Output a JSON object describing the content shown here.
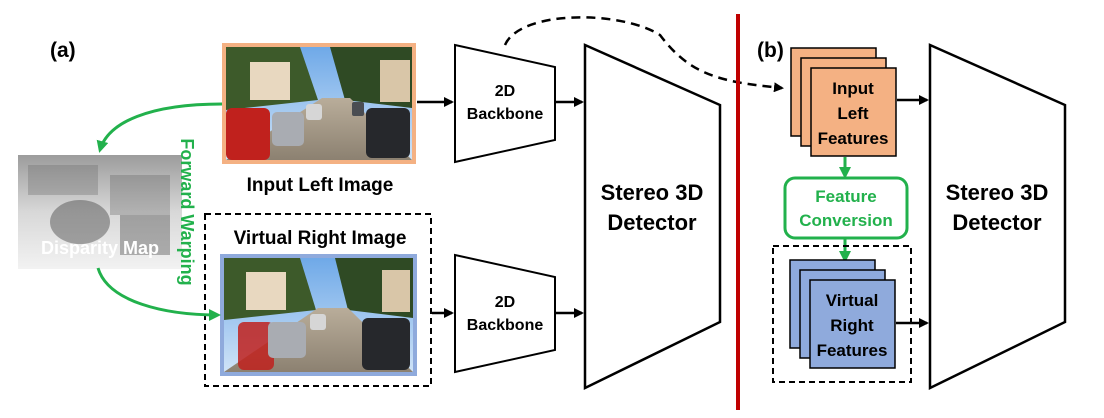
{
  "panel_a": {
    "label_a": "(a)",
    "input_left_image_caption": "Input Left Image",
    "virtual_right_image_caption": "Virtual Right Image",
    "disparity_map_label": "Disparity Map",
    "forward_warping_label": "Forward Warping",
    "backbone_top": [
      "2D",
      "Backbone"
    ],
    "backbone_bottom": [
      "2D",
      "Backbone"
    ],
    "detector": [
      "Stereo 3D",
      "Detector"
    ]
  },
  "panel_b": {
    "label_b": "(b)",
    "input_left_features": [
      "Input",
      "Left",
      "Features"
    ],
    "feature_conversion": [
      "Feature",
      "Conversion"
    ],
    "virtual_right_features": [
      "Virtual",
      "Right",
      "Features"
    ],
    "detector": [
      "Stereo 3D",
      "Detector"
    ]
  },
  "colors": {
    "green_arrow": "#22b14c",
    "divider_red": "#c00000",
    "left_image_border": "#f4b183",
    "right_image_border": "#8faadc",
    "left_features_fill": "#f4b183",
    "right_features_fill": "#8faadc"
  }
}
